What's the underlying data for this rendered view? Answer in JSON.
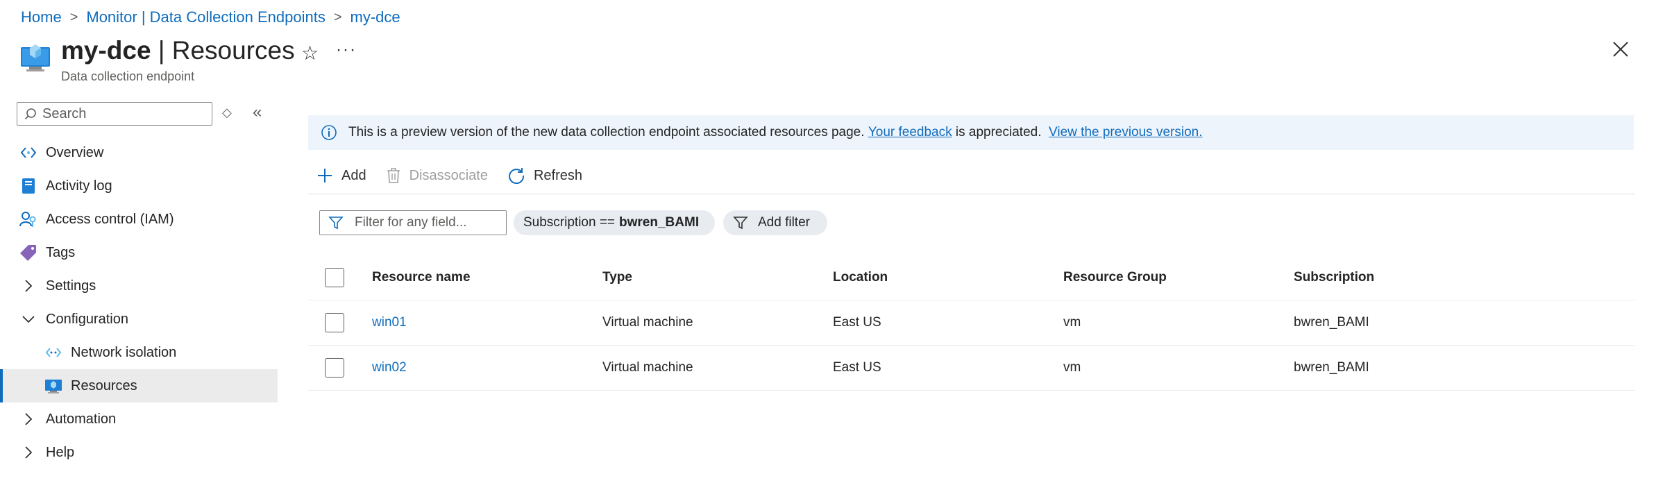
{
  "breadcrumb": {
    "items": [
      "Home",
      "Monitor | Data Collection Endpoints",
      "my-dce"
    ]
  },
  "header": {
    "resource_name": "my-dce",
    "title_suffix": " | Resources",
    "subtitle": "Data collection endpoint",
    "star_icon": "☆",
    "more_icon": "···"
  },
  "sidebar": {
    "search_placeholder": "Search",
    "updown_icon": "◇",
    "collapse_icon": "«",
    "items": [
      {
        "label": "Overview",
        "icon": "overview-icon"
      },
      {
        "label": "Activity log",
        "icon": "activity-log-icon"
      },
      {
        "label": "Access control (IAM)",
        "icon": "iam-icon"
      },
      {
        "label": "Tags",
        "icon": "tag-icon"
      },
      {
        "label": "Settings",
        "icon": "chevron-right-icon"
      },
      {
        "label": "Configuration",
        "icon": "chevron-down-icon"
      },
      {
        "label": "Network isolation",
        "icon": "network-icon"
      },
      {
        "label": "Resources",
        "icon": "resources-icon",
        "selected": true
      },
      {
        "label": "Automation",
        "icon": "chevron-right-icon"
      },
      {
        "label": "Help",
        "icon": "chevron-right-icon"
      }
    ],
    "chevron_right": "›",
    "chevron_down": "⌄"
  },
  "banner": {
    "text": "This is a preview version of the new data collection endpoint associated resources page.",
    "feedback_link": "Your feedback",
    "appreciated": "is appreciated.",
    "previous_link": "View the previous version."
  },
  "toolbar": {
    "add": "Add",
    "disassociate": "Disassociate",
    "refresh": "Refresh"
  },
  "filters": {
    "placeholder": "Filter for any field...",
    "subscription_label": "Subscription ==",
    "subscription_value": "bwren_BAMI",
    "add_filter": "Add filter"
  },
  "table": {
    "columns": [
      "Resource name",
      "Type",
      "Location",
      "Resource Group",
      "Subscription"
    ],
    "rows": [
      {
        "name": "win01",
        "type": "Virtual machine",
        "location": "East US",
        "group": "vm",
        "subscription": "bwren_BAMI"
      },
      {
        "name": "win02",
        "type": "Virtual machine",
        "location": "East US",
        "group": "vm",
        "subscription": "bwren_BAMI"
      }
    ]
  },
  "colors": {
    "accent": "#0f6cbd",
    "banner_bg": "#eef4fb",
    "selected_bg": "#ebebeb",
    "tag_purple": "#8764b8"
  }
}
